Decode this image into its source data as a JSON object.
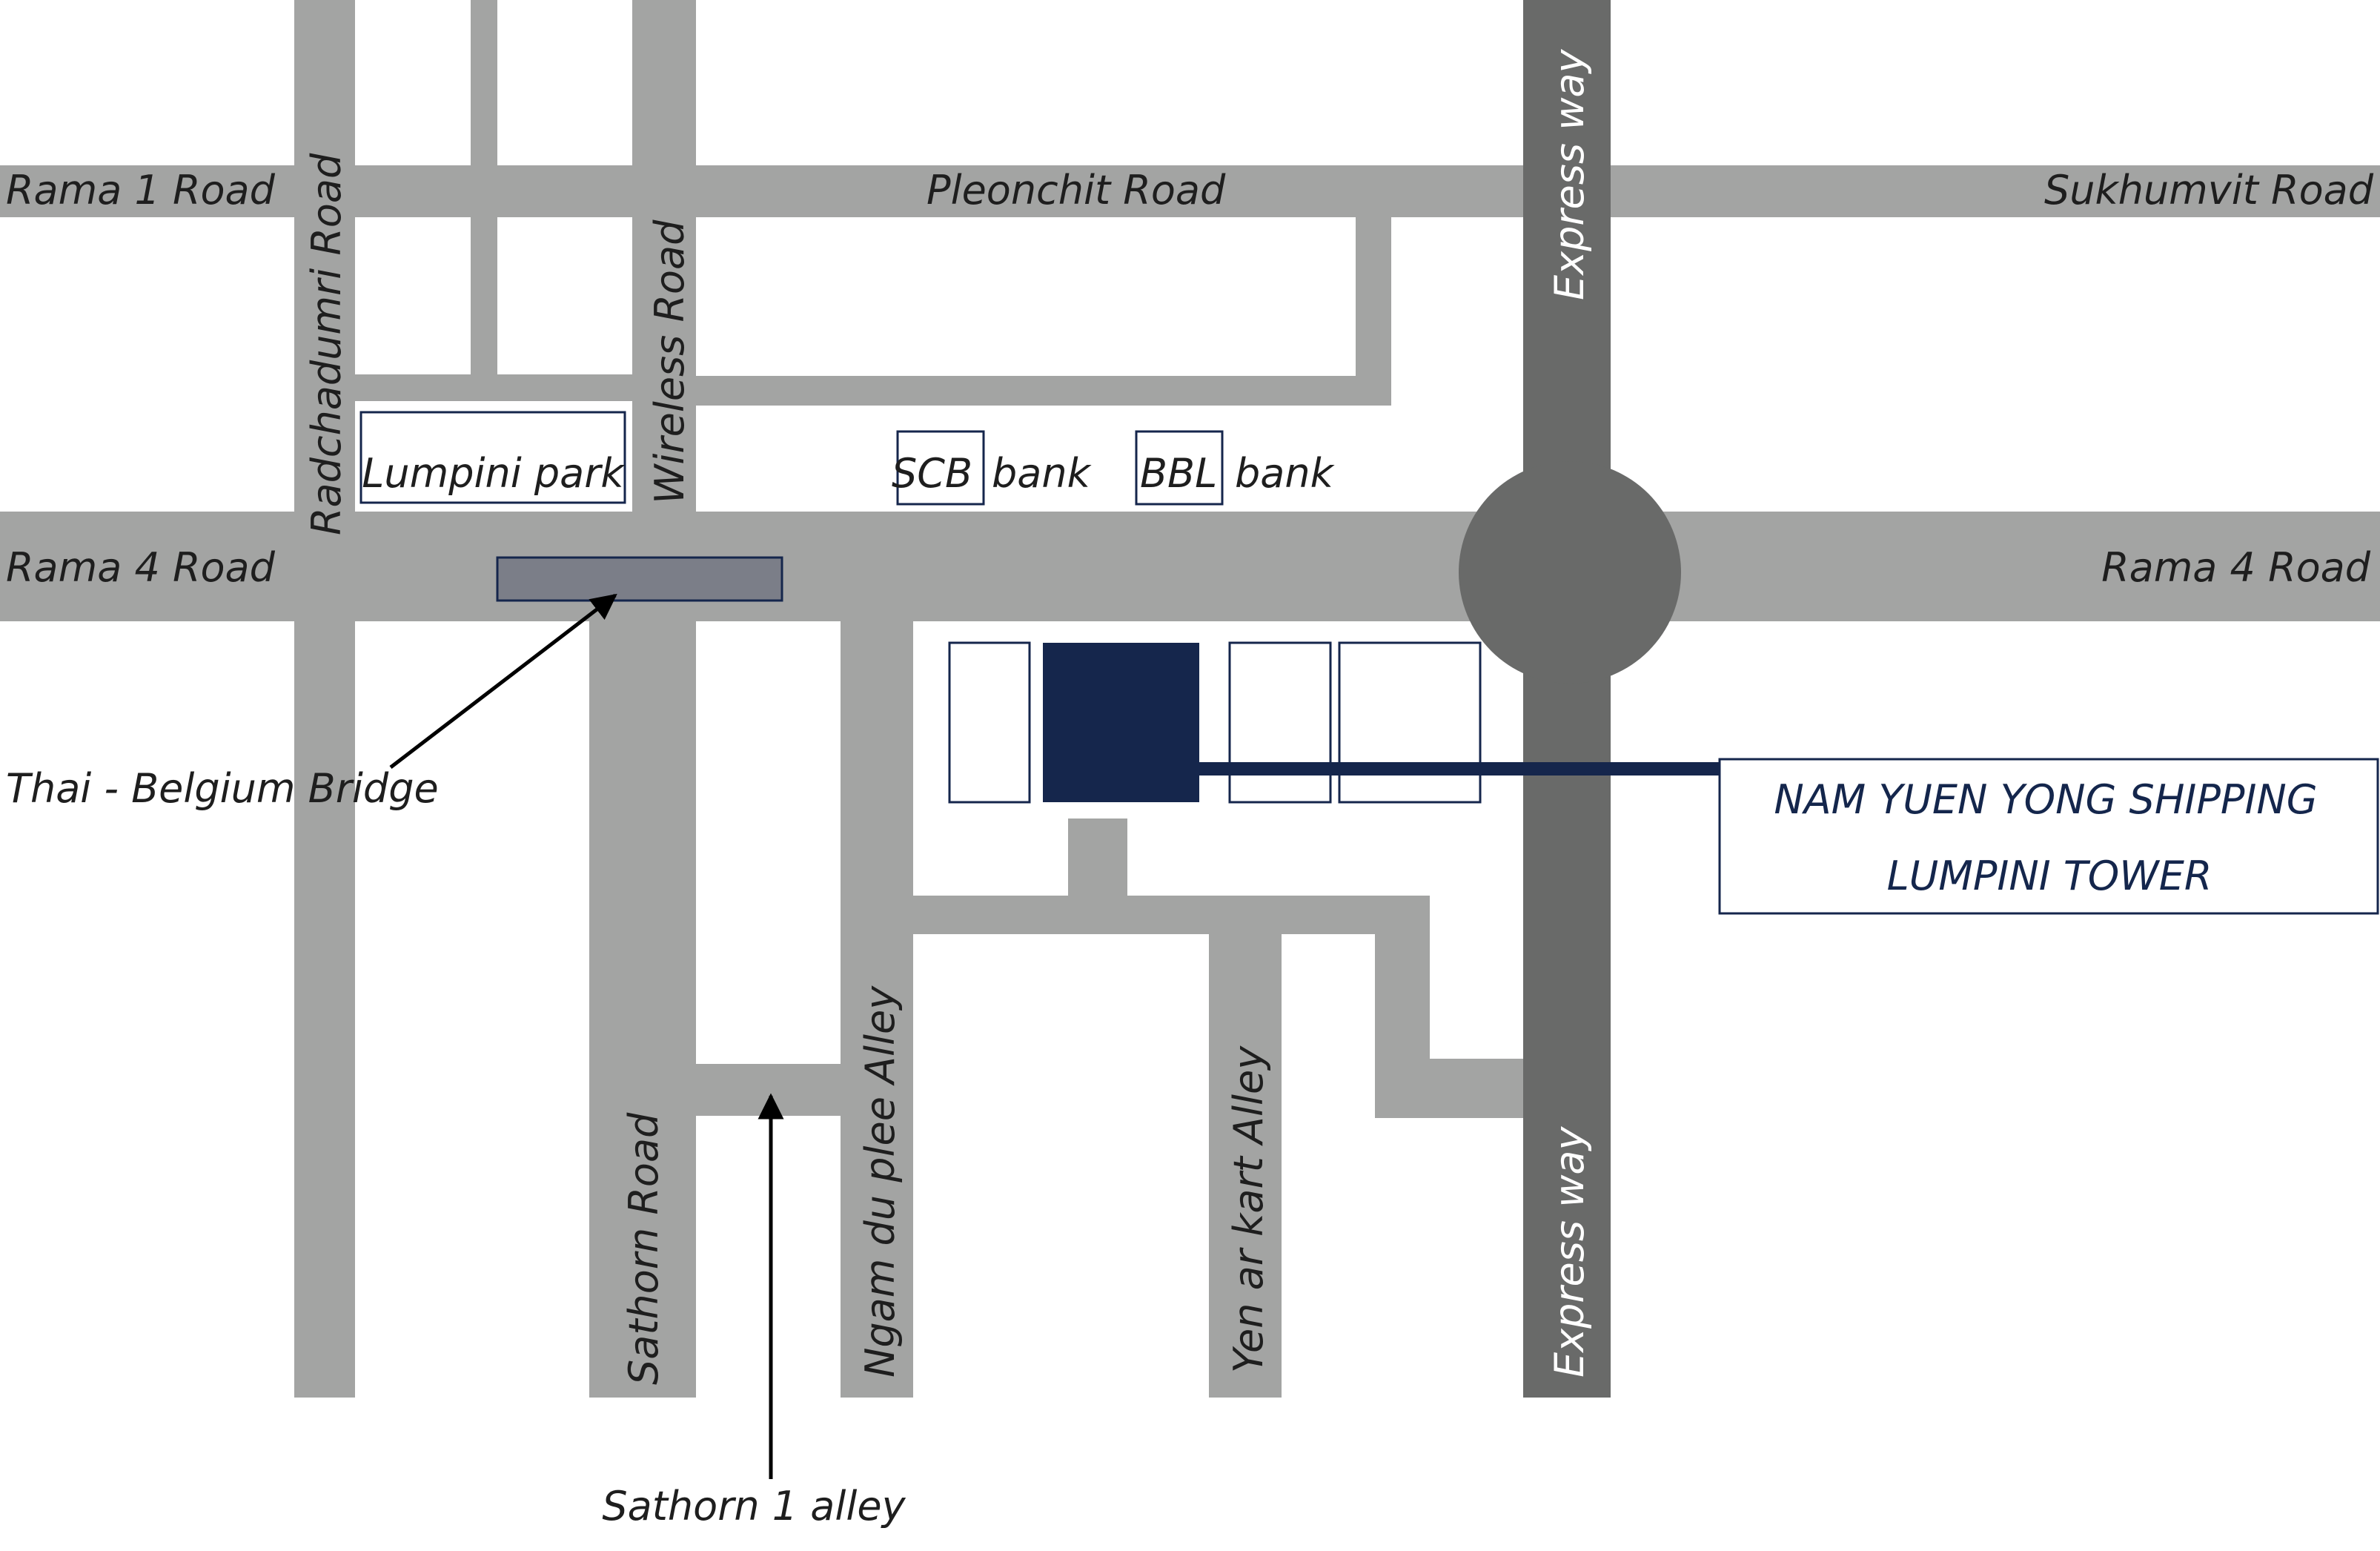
{
  "colors": {
    "road": "#a3a4a3",
    "expressway": "#696a69",
    "navy": "#15264c",
    "bridge_fill": "#7b7e88",
    "text": "#1e1e1e"
  },
  "roads": {
    "rama1": "Rama 1 Road",
    "pleonchit": "Pleonchit Road",
    "sukhumvit": "Sukhumvit Road",
    "rama4_left": "Rama 4 Road",
    "rama4_right": "Rama 4 Road",
    "radchadumri": "Radchadumri Road",
    "wireless": "Wireless Road",
    "sathorn": "Sathorn Road",
    "ngam_du_plee": "Ngam du plee Alley",
    "yen_ar_kart": "Yen ar kart Alley",
    "expressway_top": "Express way",
    "expressway_bottom": "Express way"
  },
  "landmarks": {
    "lumpini_park": "Lumpini park",
    "scb_code": "SCB",
    "scb_word": "bank",
    "bbl_code": "BBL",
    "bbl_word": "bank"
  },
  "callouts": {
    "bridge": "Thai - Belgium Bridge",
    "alley": "Sathorn 1 alley"
  },
  "destination": {
    "line1": "NAM YUEN YONG SHIPPING",
    "line2": "LUMPINI TOWER"
  }
}
